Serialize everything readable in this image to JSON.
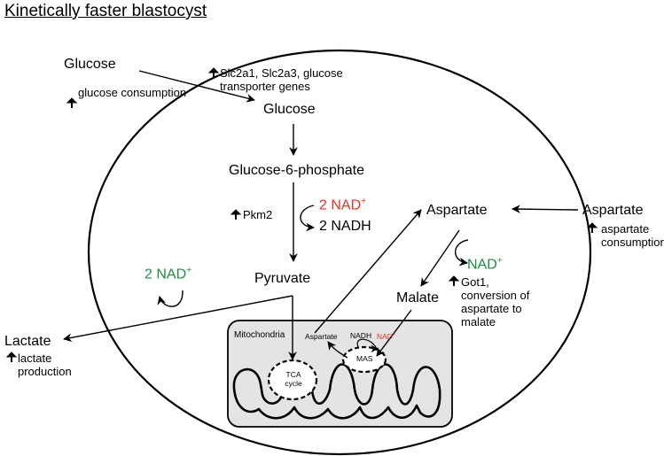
{
  "title": "Kinetically faster blastocyst",
  "glucose_outside": {
    "label": "Glucose",
    "note": "glucose consumption"
  },
  "transporter_note": {
    "line1": "Slc2a1, Slc2a3, glucose",
    "line2": "transporter genes"
  },
  "glucose_inside": "Glucose",
  "g6p": "Glucose-6-phosphate",
  "pkm2": "Pkm2",
  "nad_top": {
    "base": "2 NAD",
    "sup": "+"
  },
  "nadh_top": "2 NADH",
  "pyruvate": "Pyruvate",
  "nad_left": {
    "base": "2 NAD",
    "sup": "+"
  },
  "aspartate_inside": "Aspartate",
  "aspartate_outside": {
    "label": "Aspartate",
    "note_line1": "aspartate",
    "note_line2": "consumption"
  },
  "nad_right": {
    "base": "NAD",
    "sup": "+"
  },
  "malate": "Malate",
  "got1_note": {
    "line1": "Got1,",
    "line2": "conversion of",
    "line3": "aspartate to",
    "line4": "malate"
  },
  "lactate": {
    "label": "Lactate",
    "note_line1": "lactate",
    "note_line2": "production"
  },
  "mito": {
    "label": "Mitochondria",
    "aspartate": "Aspartate",
    "nadh": "NADH",
    "nad": {
      "base": "NAD",
      "sup": "+"
    },
    "tca_line1": "TCA",
    "tca_line2": "cycle",
    "mas": "MAS"
  },
  "colors": {
    "nad_red": "#e8321e",
    "nad_green": "#1a8f3c",
    "mito_fill": "#e4e4e6"
  }
}
